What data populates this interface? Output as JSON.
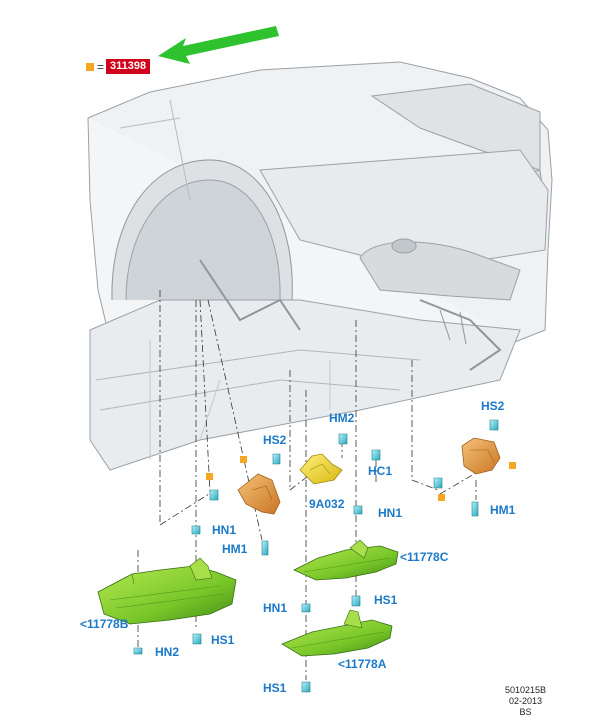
{
  "legend": {
    "symbol": "orange-square",
    "equals": "=",
    "code": "311398"
  },
  "callouts": {
    "hs2_left": "HS2",
    "hm2": "HM2",
    "hs2_right": "HS2",
    "hc1": "HC1",
    "nine_a032": "9A032",
    "hn1_left": "HN1",
    "hn1_mid": "HN1",
    "hm1_left": "HM1",
    "hm1_right": "HM1",
    "c11778c": "<11778C",
    "hs1_mid": "HS1",
    "hn1_lower": "HN1",
    "c11778b": "<11778B",
    "hs1_left": "HS1",
    "hn2": "HN2",
    "c11778a": "<11778A",
    "hs1_bottom": "HS1"
  },
  "reference": {
    "number": "5010215B",
    "date": "02-2013",
    "initials": "BS"
  },
  "colors": {
    "callout": "#1a79c9",
    "arrow": "#2ec22e",
    "part_orange": "#e8963a",
    "shield_green": "#7fcf2a",
    "fastener_cyan": "#3cc6d8",
    "legend_red": "#d0021b"
  }
}
